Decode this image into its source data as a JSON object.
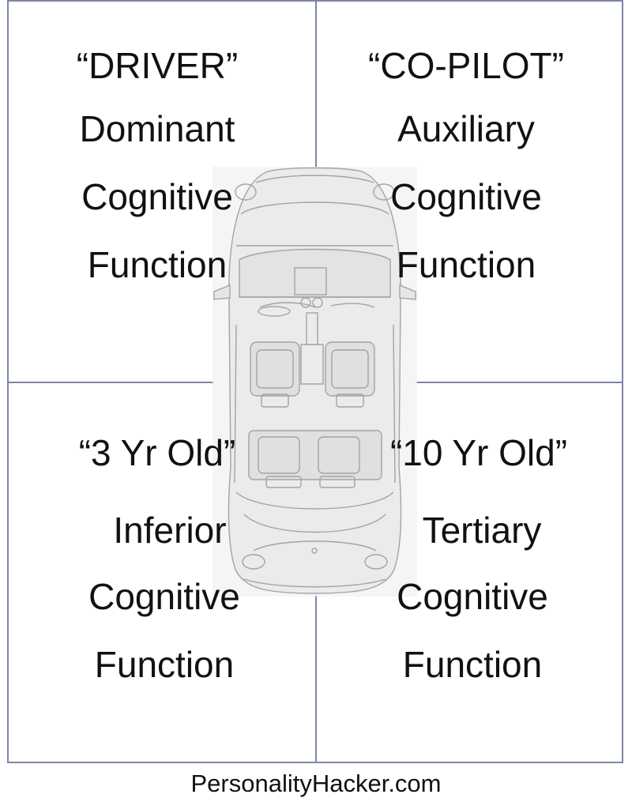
{
  "quadrants": {
    "top_left": {
      "title": "“DRIVER”",
      "line1": "Dominant",
      "line2": "Cognitive",
      "line3": "Function"
    },
    "top_right": {
      "title": "“CO-PILOT”",
      "line1": "Auxiliary",
      "line2": "Cognitive",
      "line3": "Function"
    },
    "bottom_left": {
      "title": "“3 Yr Old”",
      "line1": "Inferior",
      "line2": "Cognitive",
      "line3": "Function"
    },
    "bottom_right": {
      "title": "“10 Yr Old”",
      "line1": "Tertiary",
      "line2": "Cognitive",
      "line3": "Function"
    }
  },
  "footer": {
    "text": "PersonalityHacker.com"
  },
  "colors": {
    "grid_lines": "#7d86a8",
    "text": "#111111",
    "car_outline": "#a3a3a3"
  },
  "icons": {
    "center_image": "car-top-view-icon"
  }
}
